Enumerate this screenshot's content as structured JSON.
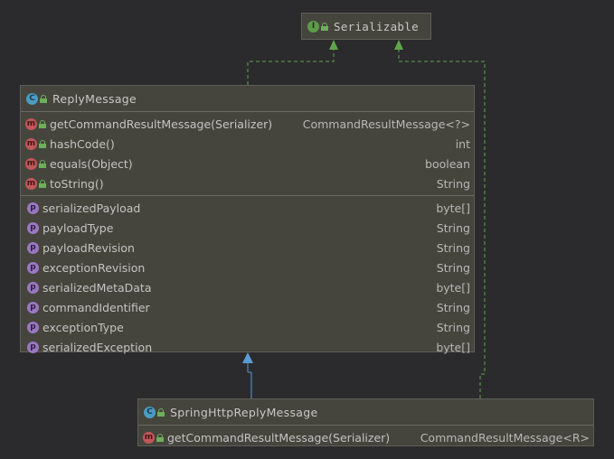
{
  "diagram": {
    "interface": {
      "name": "Serializable",
      "icon": "interface-icon"
    },
    "reply_message": {
      "name": "ReplyMessage",
      "icon": "class-icon",
      "methods": [
        {
          "name": "getCommandResultMessage(Serializer)",
          "type": "CommandResultMessage<?>"
        },
        {
          "name": "hashCode()",
          "type": "int"
        },
        {
          "name": "equals(Object)",
          "type": "boolean"
        },
        {
          "name": "toString()",
          "type": "String"
        }
      ],
      "properties": [
        {
          "name": "serializedPayload",
          "type": "byte[]"
        },
        {
          "name": "payloadType",
          "type": "String"
        },
        {
          "name": "payloadRevision",
          "type": "String"
        },
        {
          "name": "exceptionRevision",
          "type": "String"
        },
        {
          "name": "serializedMetaData",
          "type": "byte[]"
        },
        {
          "name": "commandIdentifier",
          "type": "String"
        },
        {
          "name": "exceptionType",
          "type": "String"
        },
        {
          "name": "serializedException",
          "type": "byte[]"
        }
      ]
    },
    "spring_reply_message": {
      "name": "SpringHttpReplyMessage",
      "icon": "class-icon",
      "methods": [
        {
          "name": "getCommandResultMessage(Serializer)",
          "type": "CommandResultMessage<R>"
        }
      ]
    },
    "colors": {
      "background": "#2b2b2d",
      "box": "#45453d",
      "implements_arrow": "#5fa64a",
      "extends_arrow": "#5b9bd5"
    }
  }
}
